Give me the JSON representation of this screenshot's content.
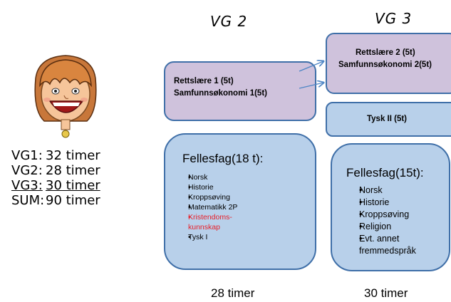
{
  "colors": {
    "box_border": "#3f6fa8",
    "purple_fill": "#cfc2dc",
    "blue_fill": "#b8d0ea",
    "highlight_red": "#e8202a",
    "arrow": "#4f86c6"
  },
  "columns": {
    "vg2_title": "VG 2",
    "vg3_title": "VG 3"
  },
  "vg2": {
    "electives": [
      "Rettslære 1 (5t)",
      "Samfunnsøkonomi 1(5t)"
    ],
    "common_title": "Fellesfag(18 t):",
    "common_items": [
      "Norsk",
      "Historie",
      "Kroppsøving",
      "Matematikk 2P",
      "Kristendoms-\nkunnskap",
      "Tysk I"
    ],
    "highlighted_item": "Kristendoms-\nkunnskap",
    "total": "28 timer"
  },
  "vg3": {
    "electives": [
      "Rettslære 2 (5t)",
      "Samfunnsøkonomi 2(5t)"
    ],
    "language_box": "Tysk II (5t)",
    "common_title": "Fellesfag(15t):",
    "common_items": [
      "Norsk",
      "Historie",
      "Kroppsøving",
      "Religion",
      "Evt. annet\nfremmedspråk"
    ],
    "total": "30 timer"
  },
  "summary": [
    {
      "key": "VG1:",
      "value": "32 timer",
      "underlined": false
    },
    {
      "key": "VG2:",
      "value": "28 timer",
      "underlined": false
    },
    {
      "key": "VG3:",
      "value": "30 timer",
      "underlined": true
    },
    {
      "key": "SUM:",
      "value": "90 timer",
      "underlined": false
    }
  ],
  "illustration": {
    "icon": "cartoon-girl-face-icon"
  }
}
